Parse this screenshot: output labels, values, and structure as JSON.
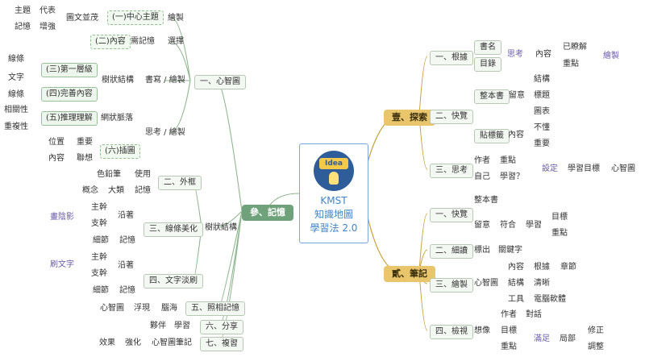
{
  "center": {
    "logo_text": "Idea",
    "line1": "KMST",
    "line2": "知識地圖",
    "line3": "學習法 2.0"
  },
  "left": {
    "branch3": {
      "label": "參、記憶",
      "mind_map": {
        "label": "一、心智圖",
        "draw": {
          "label": "繪製",
          "central_topic": "(一)中心主題",
          "rich_graphics": "圖文並茂",
          "topic_item": "主題",
          "topic_rep": "代表",
          "memory_item": "記憶",
          "memory_strengthen": "增強"
        },
        "select": {
          "label": "選擇",
          "need_memory": "需記憶",
          "content": "(二)內容"
        },
        "tree": {
          "label": "書寫 / 繪製",
          "structure": "樹狀結構",
          "first_level": "(三)第一層級",
          "perfect_content": "(四)完善內容",
          "line1": "線條",
          "text": "文字",
          "line2": "線條"
        },
        "think": {
          "label": "思考 / 繪製",
          "network": "網狀脈落",
          "reasoning": "(五)推理理解",
          "relevance": "相關性",
          "repetition": "重複性",
          "illustration": "(六)插圖",
          "position": "位置",
          "important": "重要",
          "content": "內容",
          "associate": "聯想"
        }
      },
      "tree_structure": {
        "label": "樹狀結構",
        "outline": {
          "label": "二、外框",
          "pencil": "色鉛筆",
          "use": "使用",
          "concept": "概念",
          "category": "大類",
          "remember": "記憶"
        },
        "beautify": {
          "label": "三、線條美化",
          "shading": "畫陰影",
          "trunk": "主幹",
          "branch": "支幹",
          "fill": "沿著",
          "detail": "細節",
          "remember": "記憶"
        },
        "text_fade": {
          "label": "四、文字淡刷",
          "brush_text": "刷文字",
          "trunk": "主幹",
          "branch": "支幹",
          "fill": "沿著",
          "detail": "細節",
          "remember": "記憶"
        }
      },
      "photo": {
        "label": "五、照相記憶",
        "mind_map": "心智圖",
        "appear": "浮現",
        "brain": "腦海"
      },
      "share": {
        "label": "六、分享",
        "partner": "夥伴",
        "learn": "學習"
      },
      "review": {
        "label": "七、複習",
        "effect": "效果",
        "strengthen": "強化",
        "notes": "心智圖筆記"
      }
    }
  },
  "right": {
    "branch1": {
      "label": "壹、探索",
      "roots": {
        "label": "一、根據",
        "book_name": "書名",
        "catalog": "目錄",
        "think": "思考",
        "content": "內容",
        "understood": "已瞭解",
        "key": "重點",
        "draw": "繪製"
      },
      "skim": {
        "label": "二、快覽",
        "whole_book": "整本書",
        "attention": "留意",
        "structure": "結構",
        "headings": "標題",
        "charts": "圖表",
        "sticky": "貼標籤",
        "content": "內容",
        "unclear": "不懂",
        "important": "重要"
      },
      "think": {
        "label": "三、思考",
        "author": "作者",
        "key": "重點",
        "self": "自己",
        "learn": "學習？",
        "set": "設定",
        "goal": "學習目標",
        "mindmap": "心智圖"
      }
    },
    "branch2": {
      "label": "貳、筆記",
      "skim": {
        "label": "一、快覽",
        "whole_book": "整本書",
        "attention": "留意",
        "match": "符合",
        "learn": "學習",
        "goal": "目標",
        "key": "重點"
      },
      "detail": {
        "label": "二、細讀",
        "mark": "標出",
        "keyword": "關鍵字"
      },
      "draw": {
        "label": "三、繪製",
        "mindmap": "心智圖",
        "content": "內容",
        "by": "根據",
        "chapter": "章節",
        "structure": "結構",
        "clear": "清晰",
        "tool": "工具",
        "software": "電腦軟體"
      },
      "review": {
        "label": "四、檢視",
        "imagine": "想像",
        "author": "作者",
        "dialogue": "對話",
        "goal": "目標",
        "key": "重點",
        "satisfy": "滿足",
        "local": "局部",
        "revise": "修正",
        "adjust": "調整"
      }
    }
  }
}
